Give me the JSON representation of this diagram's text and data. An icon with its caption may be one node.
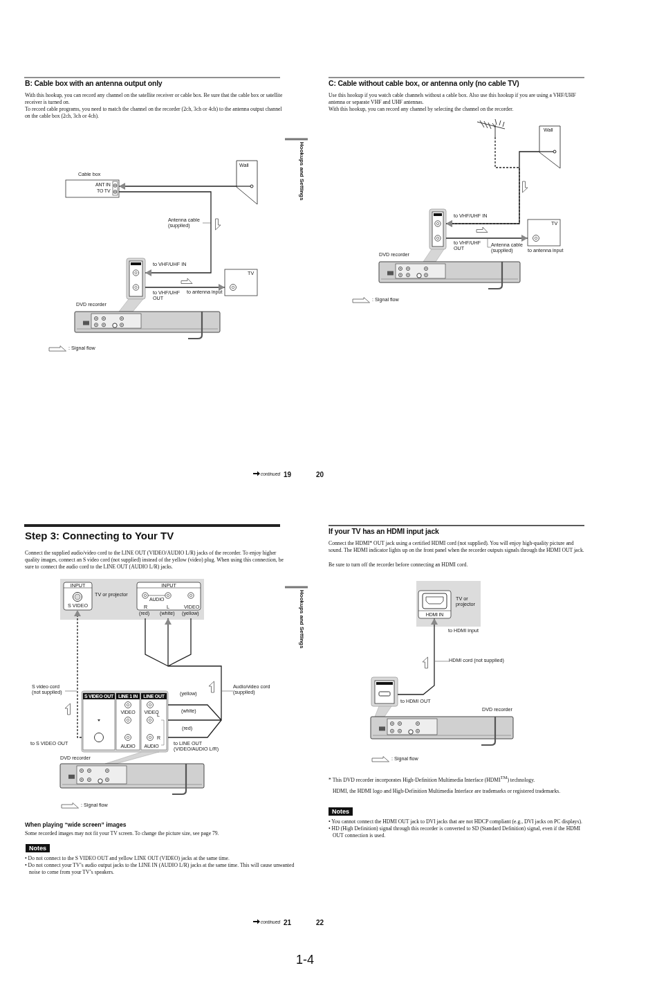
{
  "diagram": {
    "nodes": [
      {
        "text": [
          "Cable box",
          "ANT IN",
          "TO TV"
        ]
      },
      {
        "text": [
          "Wall"
        ]
      },
      {
        "text": [],
        "shape": "box",
        "beside": [
          "to VHF/UHF IN",
          "to VHF/UHF OUT"
        ]
      },
      {
        "text": [
          "DVD recorder"
        ]
      },
      {
        "text": [
          "TV"
        ],
        "beside": [
          "to antenna input"
        ]
      },
      {
        "text": [
          "Antenna cable (supplied)"
        ]
      },
      {
        "text": [],
        "shape": "antenna"
      },
      {
        "text": [
          "Wall"
        ]
      },
      {
        "text": [],
        "shape": "box",
        "beside": [
          "to VHF/UHF IN",
          "to VHF/UHF OUT"
        ]
      },
      {
        "text": [
          "DVD recorder"
        ]
      },
      {
        "text": [
          "TV"
        ],
        "beside": [
          "to antenna input"
        ]
      },
      {
        "text": [
          "Antenna cable (supplied)"
        ]
      },
      {
        "text": [
          "TV or projector"
        ]
      },
      {
        "text": [
          "INPUT",
          "S VIDEO"
        ],
        "in": 12
      },
      {
        "text": [
          "INPUT",
          "AUDIO",
          "R",
          "L",
          "VIDEO",
          "(red)",
          "(white)",
          "(yellow)"
        ],
        "in": 12
      },
      {
        "text": [
          "S VIDEO OUT",
          "LINE 1 IN",
          "LINE OUT",
          "VIDEO",
          "VIDEO",
          "L",
          "R",
          "AUDIO",
          "AUDIO"
        ],
        "beside": [
          "to S VIDEO OUT",
          "to LINE OUT (VIDEO/AUDIO L/R)"
        ]
      },
      {
        "text": [
          "DVD recorder"
        ]
      },
      {
        "text": [
          "S video cord (not supplied)"
        ]
      },
      {
        "text": [
          "Audio/video cord (supplied)"
        ]
      },
      {
        "text": [
          "TV or projector"
        ]
      },
      {
        "text": [
          "HDMI IN"
        ],
        "in": 19,
        "beside": [
          "to HDMI input"
        ]
      },
      {
        "text": [],
        "shape": "box",
        "beside": [
          "to HDMI OUT"
        ]
      },
      {
        "text": [
          "DVD recorder"
        ]
      },
      {
        "text": [
          "HDMI cord (not supplied)"
        ]
      }
    ],
    "edges": [
      {
        "from": 1,
        "to": 0,
        "arrow": "to"
      },
      {
        "from": 0,
        "to": 2,
        "arrow": "to"
      },
      {
        "from": 2,
        "to": 4,
        "arrow": "to"
      },
      {
        "from": 5,
        "to": null,
        "arrow": "none"
      },
      {
        "from": 6,
        "to": 8,
        "arrow": "to",
        "style": "dashed"
      },
      {
        "from": 7,
        "to": 8,
        "arrow": "to"
      },
      {
        "from": 8,
        "to": 10,
        "arrow": "to"
      },
      {
        "from": 11,
        "to": null,
        "arrow": "none"
      },
      {
        "from": 15,
        "to": 13,
        "arrow": "to",
        "style": "dashed"
      },
      {
        "from": 15,
        "to": 14,
        "arrow": "to"
      },
      {
        "from": 17,
        "to": null,
        "arrow": "none"
      },
      {
        "from": 18,
        "to": null,
        "arrow": "none"
      },
      {
        "from": 21,
        "to": 20,
        "arrow": "to"
      },
      {
        "from": 23,
        "to": null,
        "arrow": "none"
      }
    ],
    "labels": [
      "B: Cable box with an antenna output only",
      "With this hookup, you can record any channel on the satellite receiver or cable box. Be sure that the cable box or satellite receiver is turned on.",
      "To record cable programs, you need to match the channel on the recorder (2ch, 3ch or 4ch) to the antenna output channel on the cable box (2ch, 3ch or 4ch).",
      "Hookups and Settings",
      "C: Cable without cable box, or antenna only (no cable TV)",
      "Use this hookup if you watch cable channels without a cable box. Also use this hookup if you are using a VHF/UHF antenna or separate VHF and UHF antennas.",
      "With this hookup, you can record any channel by selecting the channel on the recorder.",
      "continued",
      "19",
      "20",
      "Step 3: Connecting to Your TV",
      "Connect the supplied audio/video cord to the LINE OUT (VIDEO/AUDIO L/R) jacks of the recorder. To enjoy higher quality images, connect an S video cord (not supplied) instead of the yellow (video) plug. When using this connection, be sure to connect the audio cord to the LINE OUT (AUDIO L/R) jacks.",
      "Hookups and Settings",
      "(yellow)",
      "(white)",
      "(red)",
      "When playing “wide screen” images",
      "Some recorded images may not fit your TV screen. To change the picture size, see page 79.",
      "Notes",
      "• Do not connect to the S VIDEO OUT and yellow LINE OUT (VIDEO) jacks at the same time.",
      "• Do not connect your TV’s audio output jacks to the LINE IN (AUDIO L/R) jacks at the same time. This will cause unwanted noise to come from your TV’s speakers.",
      "If your TV has an HDMI input jack",
      "Connect the HDMI* OUT jack using a certified HDMI cord (not supplied). You will enjoy high-quality picture and sound. The HDMI indicator lights up on the front panel when the recorder outputs signals through the HDMI OUT jack.",
      "Be sure to turn off the recorder before connecting an HDMI cord.",
      "* This DVD recorder incorporates High-Definition Multimedia Interface (HDMI$^{TM}$) technology.",
      "HDMI, the HDMI logo and High-Definition Multimedia Interface are trademarks or registered trademarks.",
      "Notes",
      "• You cannot connect the HDMI OUT jack to DVI jacks that are not HDCP compliant (e.g., DVI jacks on PC displays).",
      "• HD (High Definition) signal through this recorder is converted to SD (Standard Definition) signal, even if the HDMI OUT connection is used.",
      "continued",
      "21",
      "22",
      "1-4"
    ],
    "legend": [
      {
        "text": ": Signal flow"
      },
      {
        "text": ": Signal flow"
      },
      {
        "text": ": Signal flow"
      },
      {
        "text": ": Signal flow"
      }
    ]
  }
}
